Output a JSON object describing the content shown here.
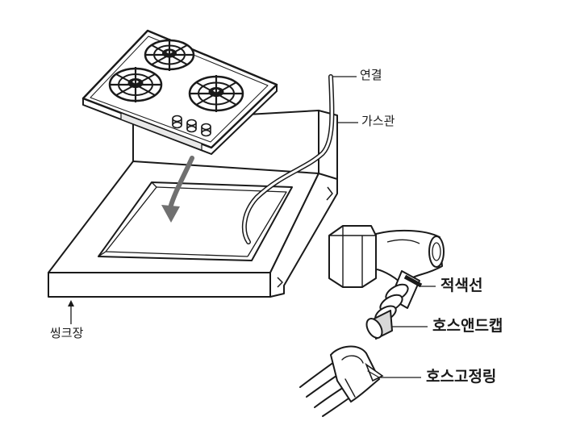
{
  "labels": {
    "connection": "연결",
    "gas_pipe": "가스관",
    "sink_cabinet": "씽크장",
    "red_line": "적색선",
    "hose_end_cap": "호스앤드캡",
    "hose_ring": "호스고정링"
  },
  "colors": {
    "line": "#1a1a1a",
    "arrow": "#707070",
    "fill": "#ffffff",
    "shade": "#d8d8d8"
  }
}
